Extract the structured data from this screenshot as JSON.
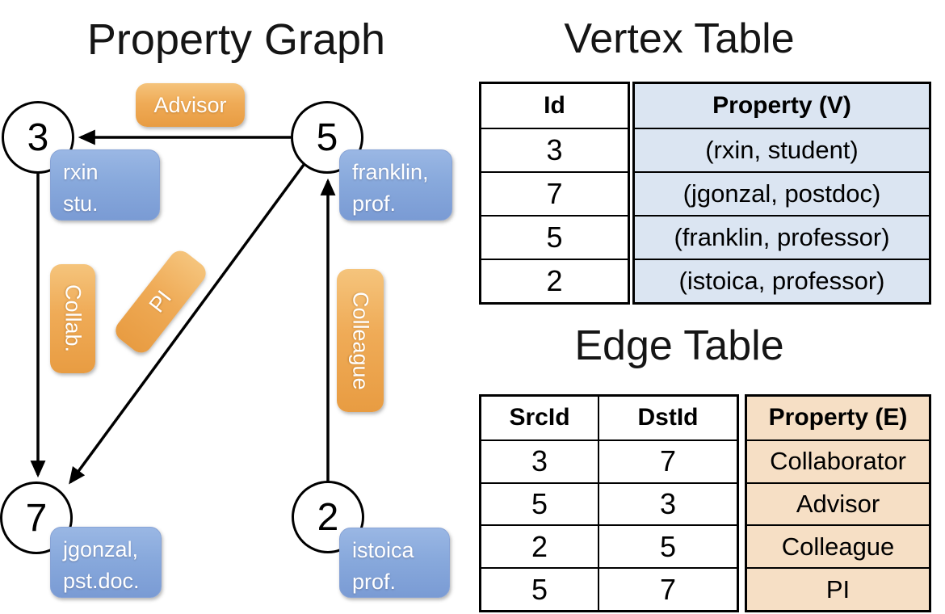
{
  "graph": {
    "title": "Property Graph",
    "nodes": [
      {
        "id": "3",
        "label_line1": "rxin",
        "label_line2": "stu."
      },
      {
        "id": "5",
        "label_line1": "franklin,",
        "label_line2": "prof."
      },
      {
        "id": "7",
        "label_line1": "jgonzal,",
        "label_line2": "pst.doc."
      },
      {
        "id": "2",
        "label_line1": "istoica",
        "label_line2": "prof."
      }
    ],
    "edge_labels": [
      {
        "text": "Advisor",
        "orientation": "horizontal",
        "edge": "5-3"
      },
      {
        "text": "Collab.",
        "orientation": "vertical",
        "edge": "3-7"
      },
      {
        "text": "PI",
        "orientation": "diagonal",
        "edge": "5-7"
      },
      {
        "text": "Colleague",
        "orientation": "vertical",
        "edge": "2-5"
      }
    ]
  },
  "vertex_table": {
    "title": "Vertex Table",
    "columns": {
      "id": "Id",
      "property": "Property (V)"
    },
    "rows": [
      {
        "id": "3",
        "property": "(rxin, student)"
      },
      {
        "id": "7",
        "property": "(jgonzal, postdoc)"
      },
      {
        "id": "5",
        "property": "(franklin, professor)"
      },
      {
        "id": "2",
        "property": "(istoica, professor)"
      }
    ]
  },
  "edge_table": {
    "title": "Edge Table",
    "columns": {
      "src": "SrcId",
      "dst": "DstId",
      "property": "Property (E)"
    },
    "rows": [
      {
        "src": "3",
        "dst": "7",
        "property": "Collaborator"
      },
      {
        "src": "5",
        "dst": "3",
        "property": "Advisor"
      },
      {
        "src": "2",
        "dst": "5",
        "property": "Colleague"
      },
      {
        "src": "5",
        "dst": "7",
        "property": "PI"
      }
    ]
  },
  "colors": {
    "edge_label_orange": "#eda24b",
    "vertex_box_blue": "#84a4d8",
    "vertex_table_fill": "#dbe5f2",
    "edge_table_fill": "#f6dfc5",
    "line_black": "#000000"
  }
}
